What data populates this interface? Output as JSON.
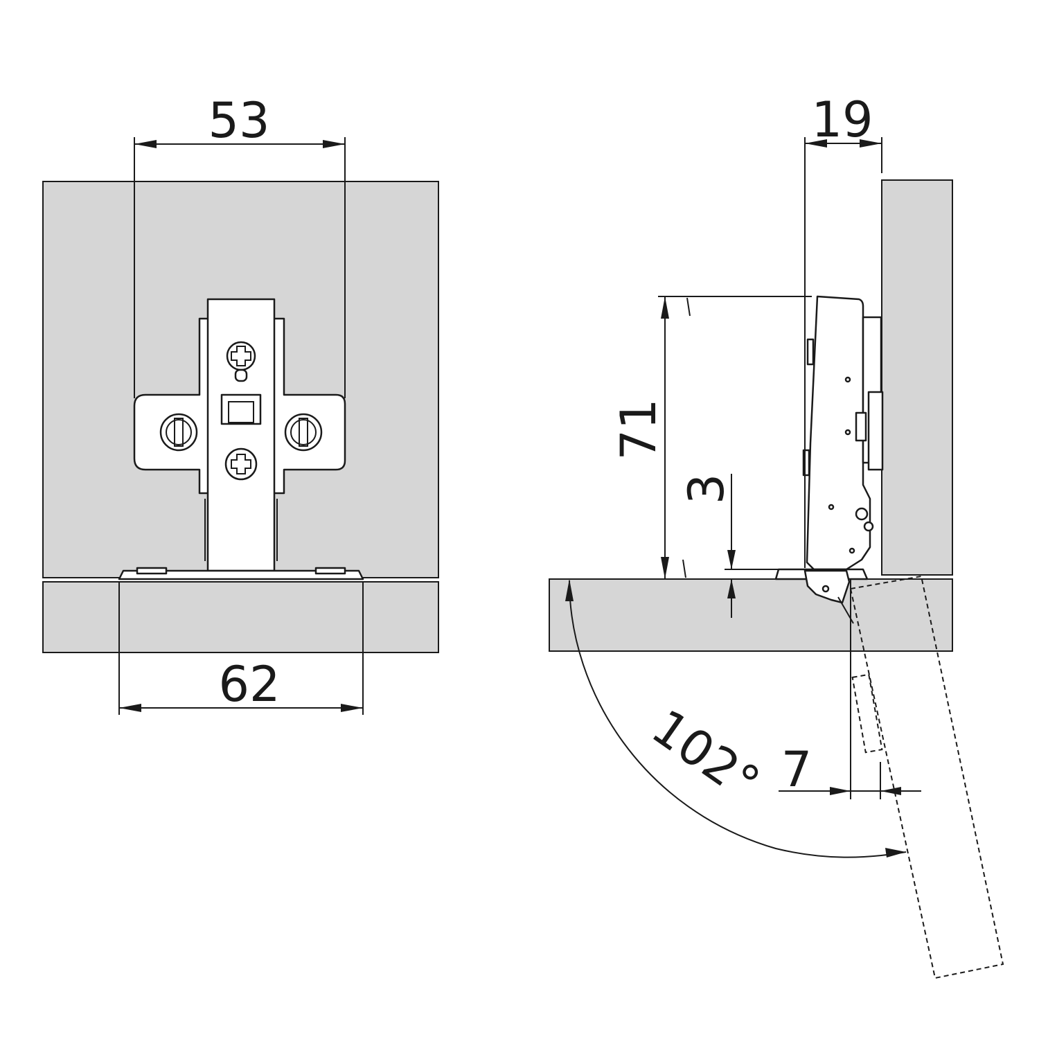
{
  "dimensions": {
    "mounting_plate_width": "53",
    "base_width": "62",
    "overlay": "19",
    "cup_height": "71",
    "plate_offset": "3",
    "door_gap": "7",
    "opening_angle": "102°"
  },
  "colors": {
    "panel_fill": "#d6d6d6",
    "line": "#1a1a1a",
    "part_fill": "#ffffff"
  }
}
